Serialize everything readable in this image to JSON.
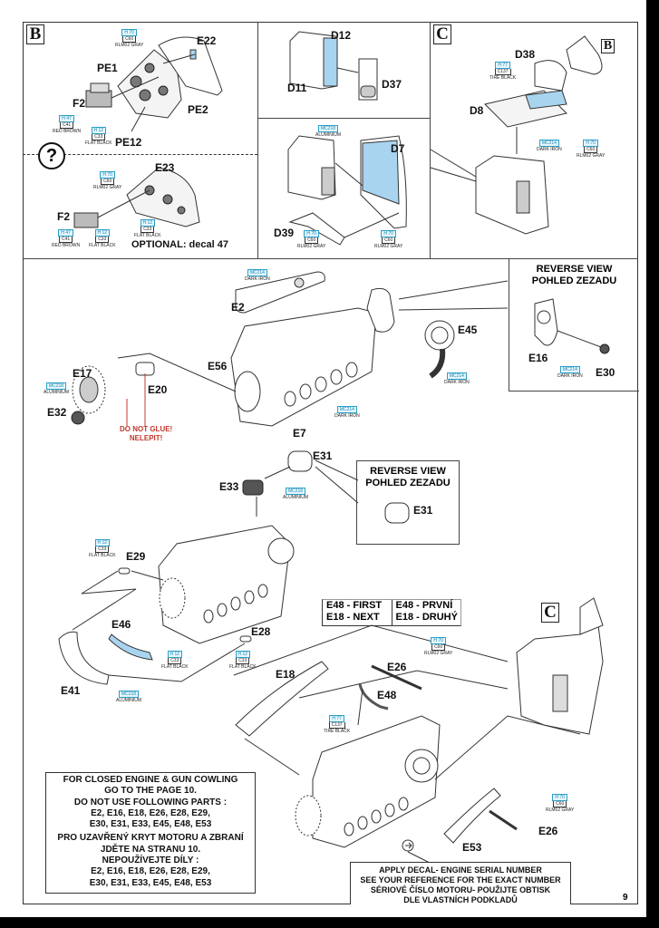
{
  "page_number": "9",
  "steps": {
    "B": {
      "badge": "B",
      "parts": [
        "E22",
        "PE1",
        "F2",
        "PE2",
        "PE12"
      ],
      "paints": [
        {
          "code": "H 70",
          "code2": "C60",
          "name": "RLM02 GRAY"
        },
        {
          "code": "H 47",
          "code2": "C41",
          "name": "RED BROWN"
        },
        {
          "code": "H 12",
          "code2": "C33",
          "name": "FLAT BLACK"
        }
      ],
      "option_icon": "?",
      "optional": {
        "parts": [
          "E23",
          "F2"
        ],
        "paints": [
          {
            "code": "H 70",
            "code2": "C60",
            "name": "RLM02 GRAY"
          },
          {
            "code": "H 47",
            "code2": "C41",
            "name": "RED BROWN"
          },
          {
            "code": "H 12",
            "code2": "C33",
            "name": "FLAT BLACK"
          },
          {
            "code": "H 12",
            "code2": "C33",
            "name": "FLAT BLACK"
          }
        ],
        "note": "OPTIONAL: decal 47"
      }
    },
    "D": {
      "parts_top": [
        "D12",
        "D11",
        "D37"
      ],
      "parts_bottom": [
        "D7",
        "D39"
      ],
      "paints": [
        {
          "code": "MC218",
          "name": "ALUMINIUM"
        },
        {
          "code": "H 70",
          "code2": "C60",
          "name": "RLM02 GRAY"
        },
        {
          "code": "H 70",
          "code2": "C60",
          "name": "RLM02 GRAY"
        }
      ]
    },
    "C": {
      "badge": "C",
      "ref_badge": "B",
      "parts": [
        "D38",
        "D8"
      ],
      "paints": [
        {
          "code": "H 77",
          "code2": "C137",
          "name": "TIRE BLACK"
        },
        {
          "code": "MC214",
          "name": "DARK IRON"
        },
        {
          "code": "H 70",
          "code2": "C60",
          "name": "RLM02 GRAY"
        }
      ]
    },
    "engine": {
      "parts": [
        "E2",
        "E56",
        "E17",
        "E20",
        "E32",
        "E7",
        "E45"
      ],
      "paints": [
        {
          "code": "MC214",
          "name": "DARK IRON"
        },
        {
          "code": "MC218",
          "name": "ALUMINIUM"
        },
        {
          "code": "MC214",
          "name": "DARK IRON"
        },
        {
          "code": "MC214",
          "name": "DARK IRON"
        }
      ],
      "warning": [
        "DO NOT GLUE!",
        "NELEPIT!"
      ],
      "reverse_view": {
        "title": [
          "REVERSE VIEW",
          "POHLED ZEZADU"
        ],
        "parts": [
          "E16",
          "E30"
        ],
        "paint": {
          "code": "MC214",
          "name": "DARK IRON"
        }
      }
    },
    "E31": {
      "parts": [
        "E31",
        "E33"
      ],
      "paint": {
        "code": "MC218",
        "name": "ALUMINIUM"
      },
      "reverse_view": {
        "title": [
          "REVERSE VIEW",
          "POHLED ZEZADU"
        ],
        "part": "E31"
      }
    },
    "mount": {
      "parts": [
        "E29",
        "E46",
        "E28",
        "E41"
      ],
      "paints": [
        {
          "code": "H 12",
          "code2": "C33",
          "name": "FLAT BLACK"
        },
        {
          "code": "H 12",
          "code2": "C33",
          "name": "FLAT BLACK"
        },
        {
          "code": "H 12",
          "code2": "C33",
          "name": "FLAT BLACK"
        },
        {
          "code": "MC218",
          "name": "ALUMINIUM"
        }
      ]
    },
    "final": {
      "order_table": [
        [
          "E48 - FIRST",
          "E48 - PRVNÍ"
        ],
        [
          "E18 - NEXT",
          "E18 - DRUHÝ"
        ]
      ],
      "badge": "C",
      "parts": [
        "E18",
        "E26",
        "E48",
        "E53",
        "E26"
      ],
      "paints": [
        {
          "code": "H 70",
          "code2": "C60",
          "name": "RLM02 GRAY"
        },
        {
          "code": "H 77",
          "code2": "C137",
          "name": "TIRE BLACK"
        },
        {
          "code": "H 70",
          "code2": "C60",
          "name": "RLM02 GRAY"
        }
      ],
      "decal_icon": "decal-arrow"
    }
  },
  "closed_engine_note": [
    "FOR CLOSED ENGINE & GUN COWLING",
    "GO TO THE PAGE 10.",
    "DO NOT USE FOLLOWING PARTS :",
    "E2, E16, E18, E26, E28, E29,",
    "E30, E31, E33, E45, E48, E53",
    "PRO UZAVŘENÝ KRYT MOTORU A ZBRANÍ",
    "JDĚTE NA STRANU 10.",
    "NEPOUŽÍVEJTE DÍLY :",
    "E2, E16, E18, E26, E28, E29,",
    "E30, E31, E33, E45, E48, E53"
  ],
  "decal_note": [
    "APPLY DECAL- ENGINE SERIAL NUMBER",
    "SEE YOUR REFERENCE FOR THE EXACT NUMBER",
    "SÉRIOVÉ ČÍSLO MOTORU- POUŽIJTE OBTISK",
    "DLE VLASTNÍCH PODKLADŮ"
  ],
  "colors": {
    "paint_accent": "#2aa0c8",
    "highlight_fill": "#a9d4ef",
    "warning": "#c0392b"
  }
}
